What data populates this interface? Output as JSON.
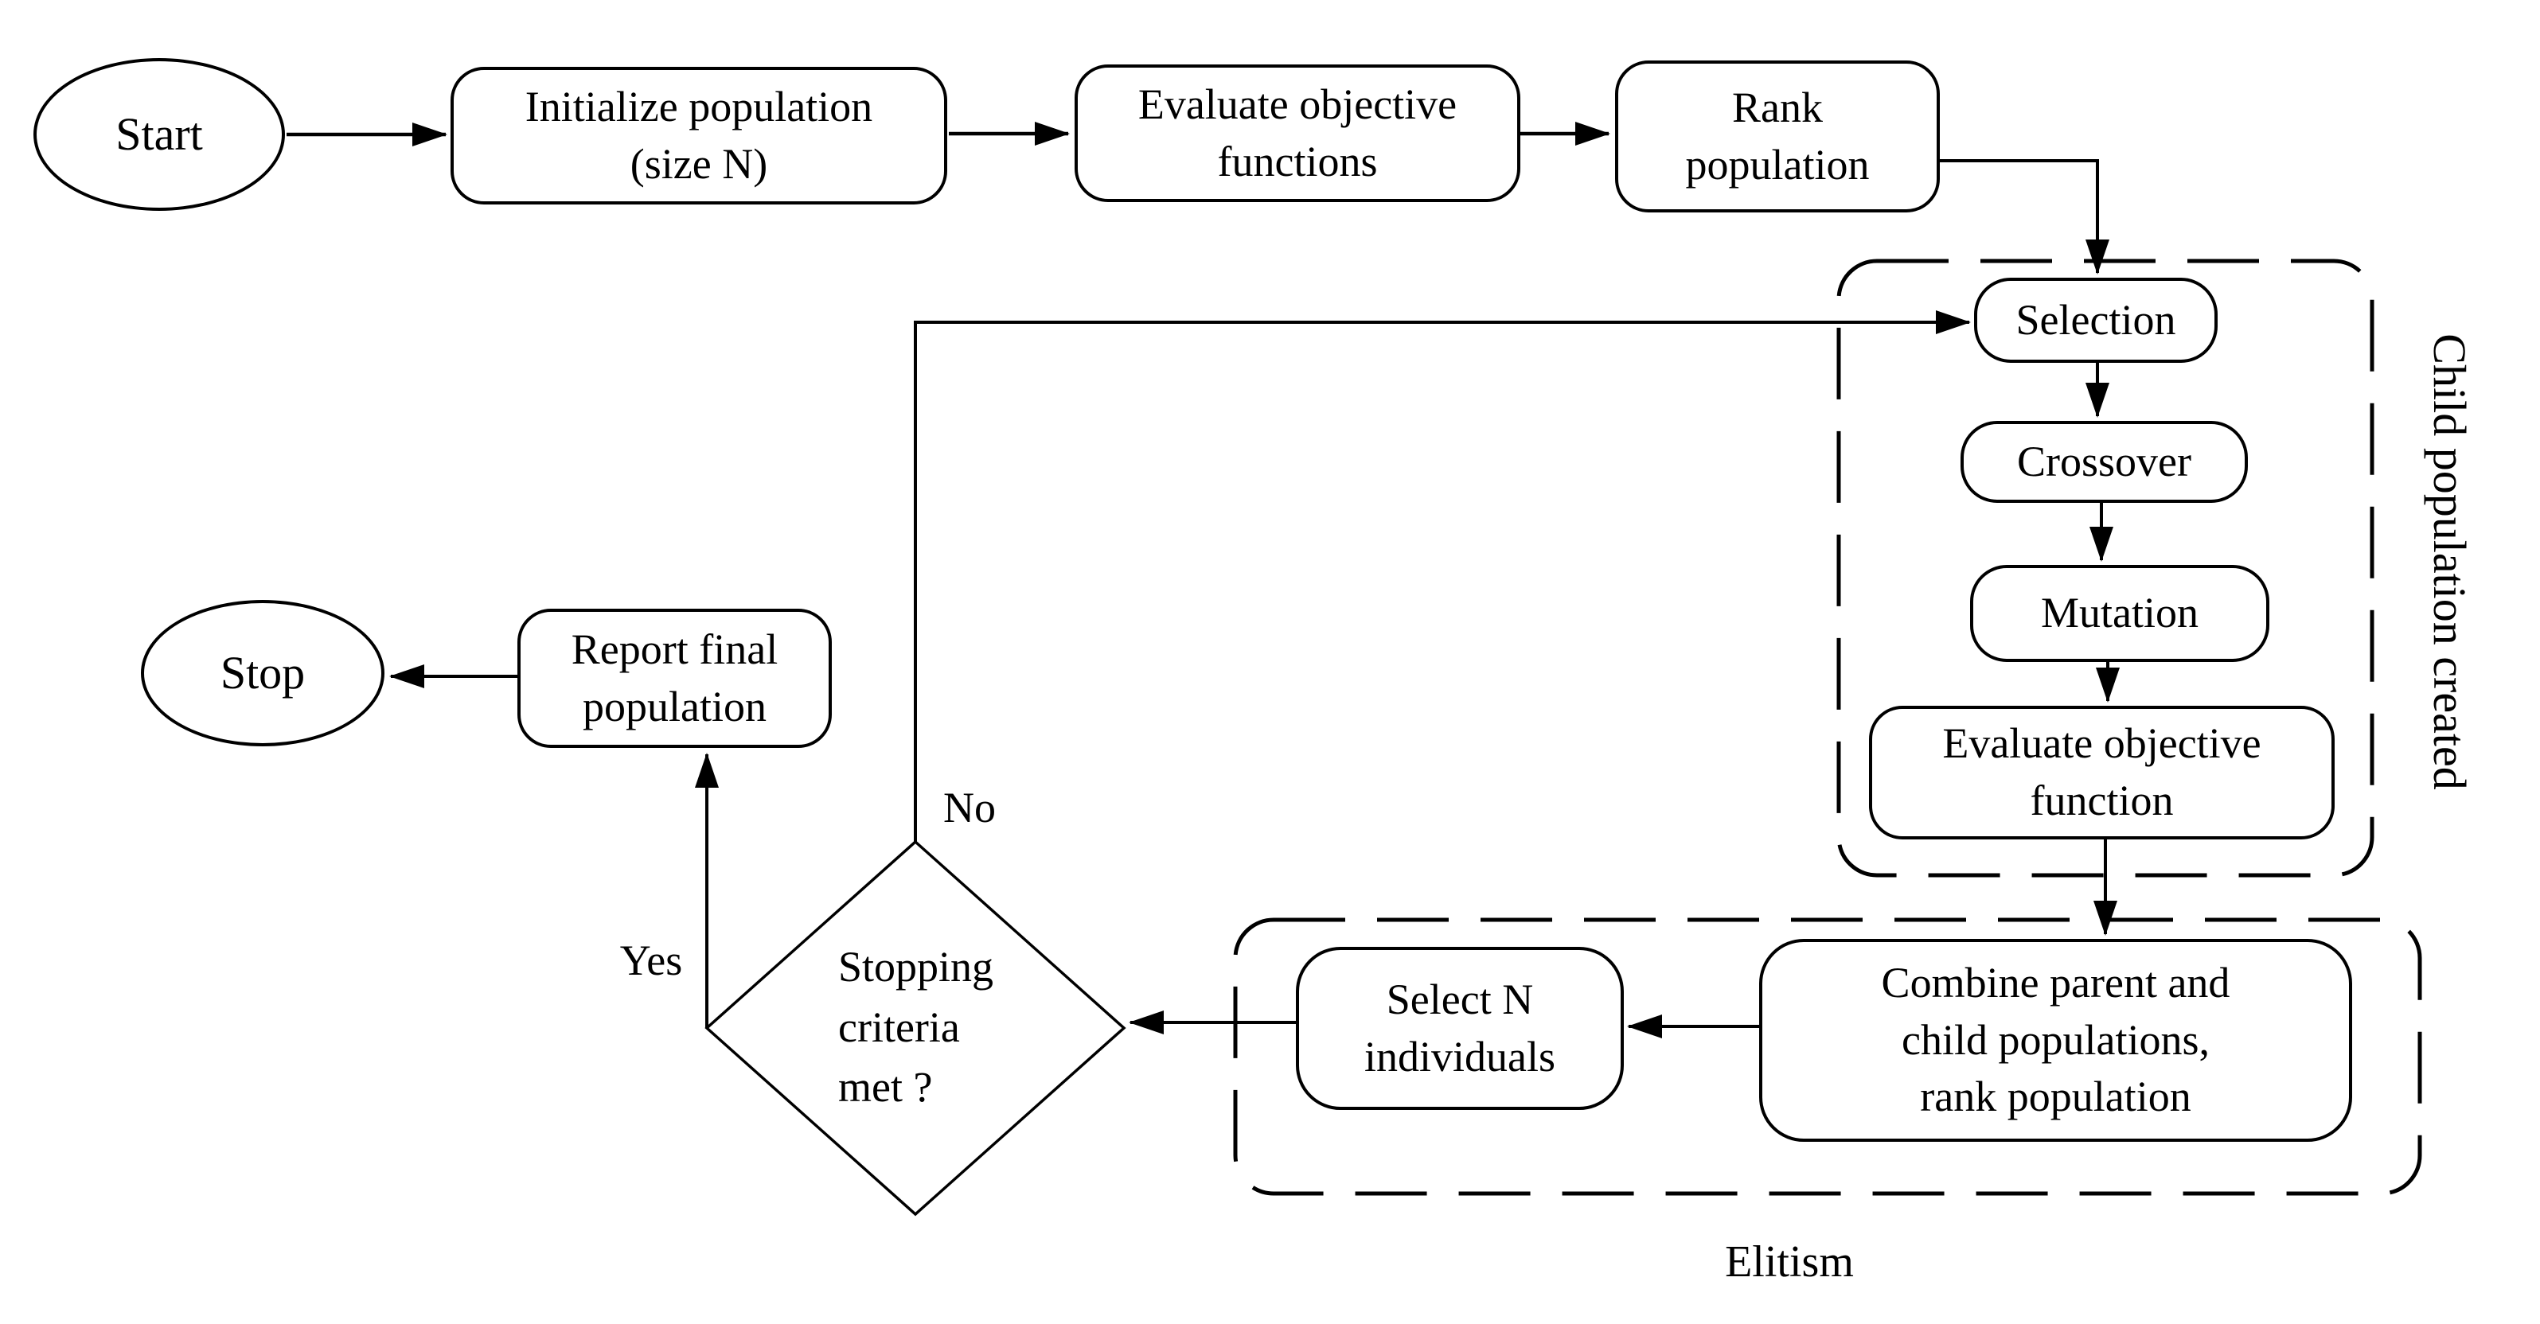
{
  "diagram": {
    "type": "flowchart",
    "nodes": {
      "start": {
        "shape": "ellipse",
        "label": "Start"
      },
      "init": {
        "shape": "rounded-rect",
        "lines": [
          "Initialize population",
          "(size N)"
        ]
      },
      "eval_objectives": {
        "shape": "rounded-rect",
        "lines": [
          "Evaluate objective",
          "functions"
        ]
      },
      "rank": {
        "shape": "rounded-rect",
        "lines": [
          "Rank",
          "population"
        ]
      },
      "selection": {
        "shape": "rounded-rect",
        "label": "Selection"
      },
      "crossover": {
        "shape": "rounded-rect",
        "label": "Crossover"
      },
      "mutation": {
        "shape": "rounded-rect",
        "label": "Mutation"
      },
      "eval_objective_child": {
        "shape": "rounded-rect",
        "lines": [
          "Evaluate objective",
          "function"
        ]
      },
      "combine": {
        "shape": "rounded-rect",
        "lines": [
          "Combine parent and",
          "child populations,",
          "rank population"
        ]
      },
      "select_n": {
        "shape": "rounded-rect",
        "lines": [
          "Select N",
          "individuals"
        ]
      },
      "stopping": {
        "shape": "diamond",
        "lines": [
          "Stopping",
          "criteria",
          "met ?"
        ]
      },
      "report": {
        "shape": "rounded-rect",
        "lines": [
          "Report final",
          "population"
        ]
      },
      "stop": {
        "shape": "ellipse",
        "label": "Stop"
      }
    },
    "groups": {
      "child_population": {
        "label": "Child population created",
        "style": "dashed",
        "label_orientation": "vertical-right"
      },
      "elitism": {
        "label": "Elitism",
        "style": "dashed",
        "label_orientation": "below"
      }
    },
    "edge_labels": {
      "yes": "Yes",
      "no": "No"
    },
    "edges": [
      {
        "from": "start",
        "to": "init"
      },
      {
        "from": "init",
        "to": "eval_objectives"
      },
      {
        "from": "eval_objectives",
        "to": "rank"
      },
      {
        "from": "rank",
        "to": "selection"
      },
      {
        "from": "selection",
        "to": "crossover"
      },
      {
        "from": "crossover",
        "to": "mutation"
      },
      {
        "from": "mutation",
        "to": "eval_objective_child"
      },
      {
        "from": "eval_objective_child",
        "to": "combine"
      },
      {
        "from": "combine",
        "to": "select_n"
      },
      {
        "from": "select_n",
        "to": "stopping"
      },
      {
        "from": "stopping",
        "to": "report",
        "label": "Yes"
      },
      {
        "from": "stopping",
        "to": "selection",
        "label": "No"
      },
      {
        "from": "report",
        "to": "stop"
      }
    ],
    "colors": {
      "stroke": "#000000",
      "background": "#ffffff"
    }
  }
}
